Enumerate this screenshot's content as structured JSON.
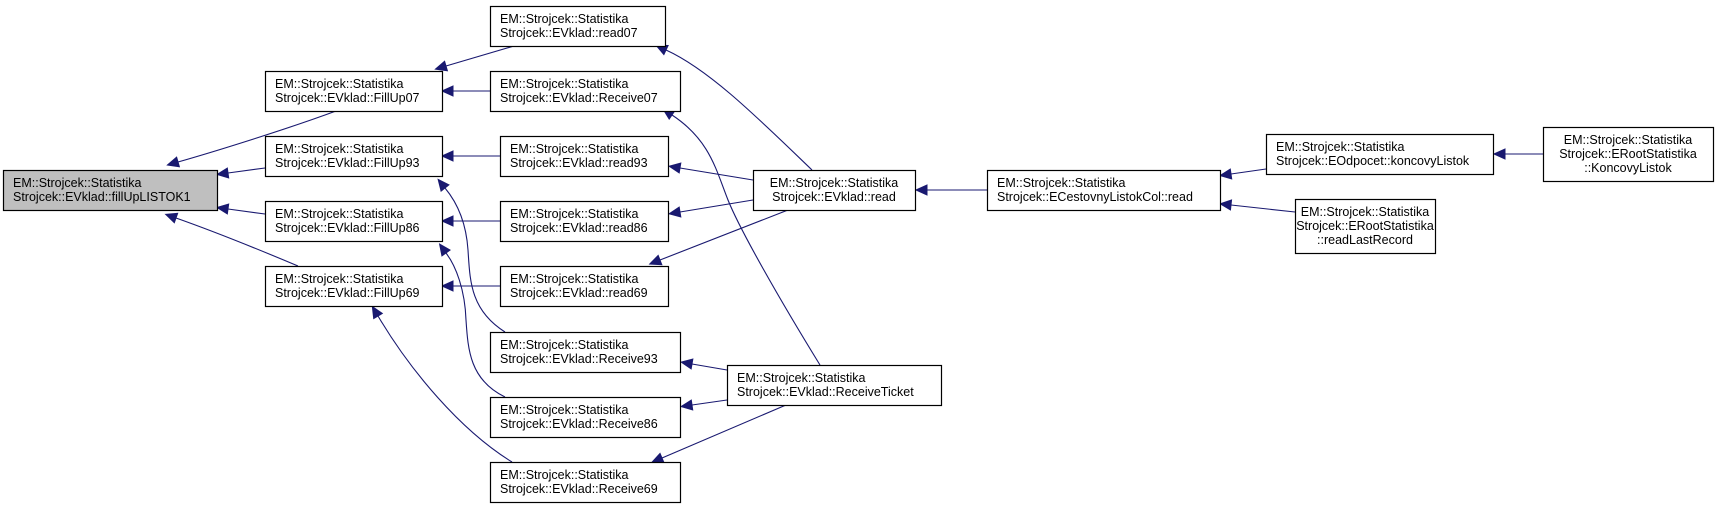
{
  "title": "Call graph of EM::Strojcek::Statistika Strojcek::EVklad::fillUpLISTOK1",
  "colors": {
    "edge": "#191970",
    "node_border": "#000000",
    "node_fill": "#ffffff",
    "root_fill": "#bfbfbf"
  },
  "nodes": [
    {
      "id": "fillUpLISTOK1",
      "lines": [
        "EM::Strojcek::Statistika",
        "Strojcek::EVklad::fillUpLISTOK1"
      ],
      "root": true,
      "align": "left"
    },
    {
      "id": "FillUp07",
      "lines": [
        "EM::Strojcek::Statistika",
        "Strojcek::EVklad::FillUp07"
      ],
      "align": "left"
    },
    {
      "id": "FillUp93",
      "lines": [
        "EM::Strojcek::Statistika",
        "Strojcek::EVklad::FillUp93"
      ],
      "align": "left"
    },
    {
      "id": "FillUp86",
      "lines": [
        "EM::Strojcek::Statistika",
        "Strojcek::EVklad::FillUp86"
      ],
      "align": "left"
    },
    {
      "id": "FillUp69",
      "lines": [
        "EM::Strojcek::Statistika",
        "Strojcek::EVklad::FillUp69"
      ],
      "align": "left"
    },
    {
      "id": "read07",
      "lines": [
        "EM::Strojcek::Statistika",
        "Strojcek::EVklad::read07"
      ],
      "align": "left"
    },
    {
      "id": "Receive07",
      "lines": [
        "EM::Strojcek::Statistika",
        "Strojcek::EVklad::Receive07"
      ],
      "align": "left"
    },
    {
      "id": "read93",
      "lines": [
        "EM::Strojcek::Statistika",
        "Strojcek::EVklad::read93"
      ],
      "align": "left"
    },
    {
      "id": "read86",
      "lines": [
        "EM::Strojcek::Statistika",
        "Strojcek::EVklad::read86"
      ],
      "align": "left"
    },
    {
      "id": "read69",
      "lines": [
        "EM::Strojcek::Statistika",
        "Strojcek::EVklad::read69"
      ],
      "align": "left"
    },
    {
      "id": "Receive93",
      "lines": [
        "EM::Strojcek::Statistika",
        "Strojcek::EVklad::Receive93"
      ],
      "align": "left"
    },
    {
      "id": "Receive86",
      "lines": [
        "EM::Strojcek::Statistika",
        "Strojcek::EVklad::Receive86"
      ],
      "align": "left"
    },
    {
      "id": "Receive69",
      "lines": [
        "EM::Strojcek::Statistika",
        "Strojcek::EVklad::Receive69"
      ],
      "align": "left"
    },
    {
      "id": "read",
      "lines": [
        "EM::Strojcek::Statistika",
        "Strojcek::EVklad::read"
      ],
      "align": "center"
    },
    {
      "id": "ReceiveTicket",
      "lines": [
        "EM::Strojcek::Statistika",
        "Strojcek::EVklad::ReceiveTicket"
      ],
      "align": "left"
    },
    {
      "id": "ECestovnyListokColRead",
      "lines": [
        "EM::Strojcek::Statistika",
        "Strojcek::ECestovnyListokCol::read"
      ],
      "align": "left"
    },
    {
      "id": "koncovyListok",
      "lines": [
        "EM::Strojcek::Statistika",
        "Strojcek::EOdpocet::koncovyListok"
      ],
      "align": "left"
    },
    {
      "id": "readLastRecord",
      "lines": [
        "EM::Strojcek::Statistika",
        "Strojcek::ERootStatistika",
        "::readLastRecord"
      ],
      "align": "center"
    },
    {
      "id": "KoncovyListok",
      "lines": [
        "EM::Strojcek::Statistika",
        "Strojcek::ERootStatistika",
        "::KoncovyListok"
      ],
      "align": "center"
    }
  ],
  "edges": [
    {
      "from": "FillUp07",
      "to": "fillUpLISTOK1"
    },
    {
      "from": "FillUp93",
      "to": "fillUpLISTOK1"
    },
    {
      "from": "FillUp86",
      "to": "fillUpLISTOK1"
    },
    {
      "from": "FillUp69",
      "to": "fillUpLISTOK1"
    },
    {
      "from": "read07",
      "to": "FillUp07"
    },
    {
      "from": "Receive07",
      "to": "FillUp07"
    },
    {
      "from": "read93",
      "to": "FillUp93"
    },
    {
      "from": "Receive93",
      "to": "FillUp93"
    },
    {
      "from": "read86",
      "to": "FillUp86"
    },
    {
      "from": "Receive86",
      "to": "FillUp86"
    },
    {
      "from": "read69",
      "to": "FillUp69"
    },
    {
      "from": "Receive69",
      "to": "FillUp69"
    },
    {
      "from": "read",
      "to": "read07"
    },
    {
      "from": "read",
      "to": "read93"
    },
    {
      "from": "read",
      "to": "read86"
    },
    {
      "from": "read",
      "to": "read69"
    },
    {
      "from": "ReceiveTicket",
      "to": "Receive07"
    },
    {
      "from": "ReceiveTicket",
      "to": "Receive93"
    },
    {
      "from": "ReceiveTicket",
      "to": "Receive86"
    },
    {
      "from": "ReceiveTicket",
      "to": "Receive69"
    },
    {
      "from": "ECestovnyListokColRead",
      "to": "read"
    },
    {
      "from": "koncovyListok",
      "to": "ECestovnyListokColRead"
    },
    {
      "from": "readLastRecord",
      "to": "ECestovnyListokColRead"
    },
    {
      "from": "KoncovyListok",
      "to": "koncovyListok"
    }
  ]
}
